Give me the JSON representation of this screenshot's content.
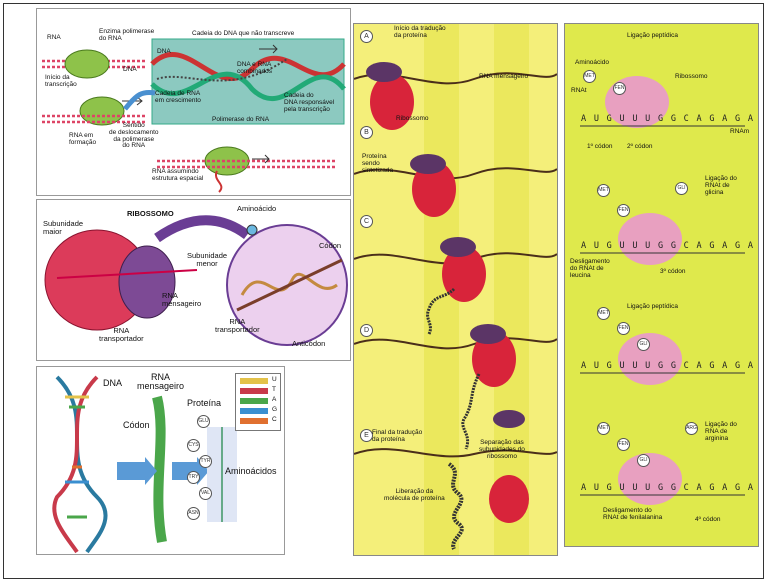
{
  "p1": {
    "rna": "RNA",
    "enzima": "Enzima polimerase\ndo RNA",
    "inicio": "Início da\ntranscrição",
    "dna_small": "DNA",
    "cadeia_nao": "Cadeia do DNA que não transcreve",
    "dna": "DNA",
    "dna_rna": "DNA e RNA\ncombinados",
    "cadeia_rna": "Cadeia de RNA\nem crescimento",
    "cadeia_resp": "Cadeia do\nDNA responsável\npela transcrição",
    "polimerase": "Polimerase do RNA",
    "sentido": "Sentido\nde deslocamento\nda polimerase\ndo RNA",
    "rna_formacao": "RNA em\nformação",
    "rna_espacial": "RNA assumindo\nestrutura espacial"
  },
  "p2": {
    "ribossomo": "RIBOSSOMO",
    "sub_maior": "Subunidade\nmaior",
    "sub_menor": "Subunidade\nmenor",
    "rna_m": "RNA\nmensageiro",
    "rna_t": "RNA\ntransportador",
    "aminoacido": "Aminoácido",
    "codon": "Códon",
    "rna_t2": "RNA\ntransportador",
    "anticodon": "Anticódon"
  },
  "p3": {
    "dna": "DNA",
    "rna_m": "RNA\nmensageiro",
    "proteina": "Proteína",
    "codon": "Códon",
    "aminoacidos": "Aminoácidos",
    "legend": [
      "U",
      "T",
      "A",
      "G",
      "C"
    ],
    "amino": [
      "GLU",
      "CYS",
      "TYR",
      "TRY",
      "VAL",
      "ASN"
    ]
  },
  "p4": {
    "steps": [
      "A",
      "B",
      "C",
      "D",
      "E"
    ],
    "inicio": "Início da tradução\nda proteína",
    "rna_m": "RNA mensageiro",
    "ribossomo": "Ribossomo",
    "proteina": "Proteína\nsendo\nsintetizada",
    "final": "Final da tradução\nda proteína",
    "separacao": "Separação das\nsubunidades do\nribossomo",
    "liberacao": "Liberação da\nmolécula de proteína"
  },
  "p5": {
    "ligacao1": "Ligação peptídica",
    "aminoacido": "Aminoácido",
    "rnat": "RNAt",
    "ribossomo": "Ribossomo",
    "seq": "A U G U U U G G C A G A G A A C C U G",
    "rnam": "RNAm",
    "codon1": "1º códon",
    "codon2": "2º códon",
    "lig_rnat": "Ligação do\nRNAt de\nglicina",
    "deslig1": "Desligamento\ndo RNAt de\nleucina",
    "codon3": "3º códon",
    "ligacao2": "Ligação peptídica",
    "lig_arg": "Ligação do\nRNA de\narginina",
    "deslig2": "Desligamento do\nRNAt de fenilalanina",
    "codon4": "4º códon",
    "amino": [
      "MET",
      "FEN",
      "MET",
      "FEN",
      "GLI",
      "MET",
      "FEN",
      "GLI",
      "MET",
      "FEN",
      "GLI",
      "ARG"
    ]
  },
  "colors": {
    "ribosome_red": "#d8243a",
    "ribosome_purple": "#5b3566",
    "yellow_panel": "#f4ef7a",
    "green_panel": "#dfe94c",
    "pink_ribo": "#e8a0c0",
    "teal": "#5fb3a8"
  }
}
